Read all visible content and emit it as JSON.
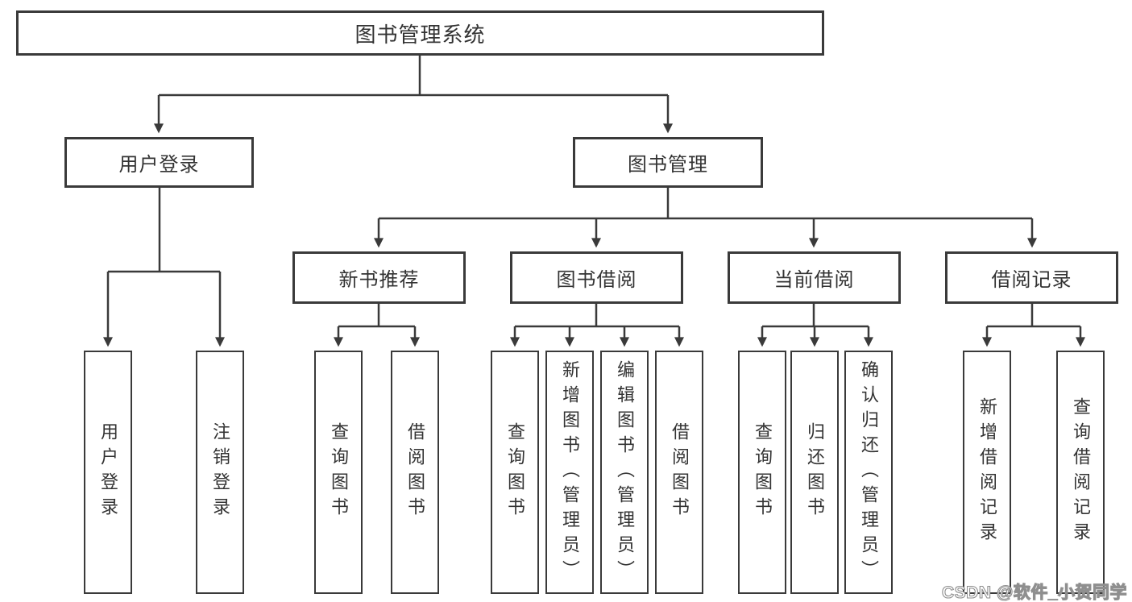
{
  "colors": {
    "line": "#3a3a3a",
    "box_border": "#3a3a3a",
    "text": "#333333",
    "watermark_fill": "#ffffff",
    "watermark_outline": "#8f8f8f"
  },
  "diagram": {
    "root": {
      "label": "图书管理系统",
      "children": {
        "user_login": {
          "label": "用户登录",
          "children": {
            "login": {
              "label": "用户登录"
            },
            "logout": {
              "label": "注销登录"
            }
          }
        },
        "book_mgmt": {
          "label": "图书管理",
          "children": {
            "new_book_rec": {
              "label": "新书推荐",
              "children": {
                "query": {
                  "label": "查询图书"
                },
                "borrow": {
                  "label": "借阅图书"
                }
              }
            },
            "book_borrow": {
              "label": "图书借阅",
              "children": {
                "query": {
                  "label": "查询图书"
                },
                "add": {
                  "label": "新增图书（管理员）"
                },
                "edit": {
                  "label": "编辑图书（管理员）"
                },
                "borrow": {
                  "label": "借阅图书"
                }
              }
            },
            "current_borrow": {
              "label": "当前借阅",
              "children": {
                "query": {
                  "label": "查询图书"
                },
                "return": {
                  "label": "归还图书"
                },
                "confirm_return": {
                  "label": "确认归还（管理员）"
                }
              }
            },
            "borrow_record": {
              "label": "借阅记录",
              "children": {
                "add": {
                  "label": "新增借阅记录"
                },
                "query": {
                  "label": "查询借阅记录"
                }
              }
            }
          }
        }
      }
    }
  },
  "watermark": {
    "text": "CSDN @软件_小贺同学"
  }
}
